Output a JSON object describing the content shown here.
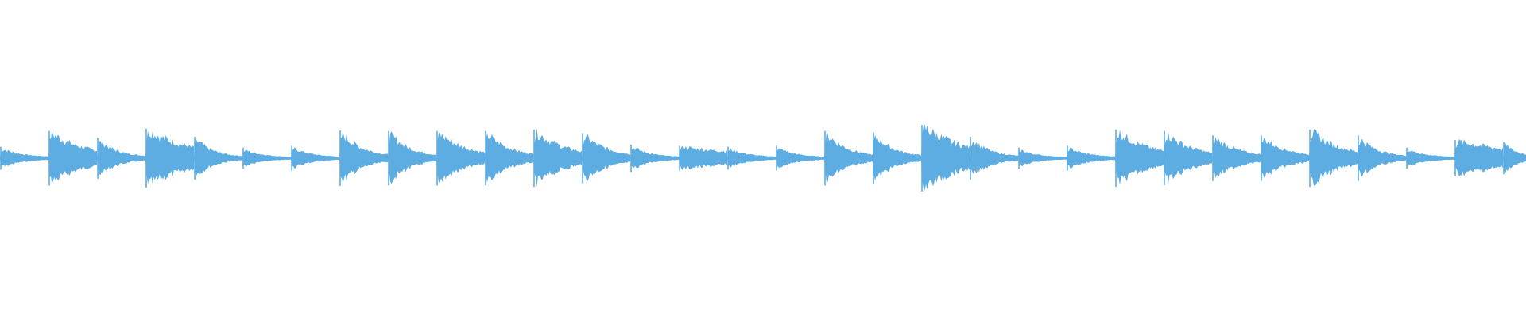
{
  "waveform": {
    "color": "#5dade2",
    "background": "#ffffff",
    "segments": [
      {
        "peak": 0.2,
        "duration": 1.0,
        "decay": 2.5
      },
      {
        "peak": 0.55,
        "duration": 1.0,
        "decay": 1.4
      },
      {
        "peak": 0.4,
        "duration": 1.0,
        "decay": 2.6
      },
      {
        "peak": 0.6,
        "duration": 1.0,
        "decay": 1.1
      },
      {
        "peak": 0.42,
        "duration": 1.0,
        "decay": 2.8
      },
      {
        "peak": 0.18,
        "duration": 1.0,
        "decay": 2.8
      },
      {
        "peak": 0.22,
        "duration": 1.0,
        "decay": 2.7
      },
      {
        "peak": 0.56,
        "duration": 1.0,
        "decay": 2.3
      },
      {
        "peak": 0.55,
        "duration": 1.0,
        "decay": 2.4
      },
      {
        "peak": 0.55,
        "duration": 1.0,
        "decay": 1.7
      },
      {
        "peak": 0.55,
        "duration": 1.0,
        "decay": 2.1
      },
      {
        "peak": 0.58,
        "duration": 1.0,
        "decay": 1.6
      },
      {
        "peak": 0.5,
        "duration": 1.0,
        "decay": 2.0
      },
      {
        "peak": 0.25,
        "duration": 1.0,
        "decay": 2.8
      },
      {
        "peak": 0.22,
        "duration": 1.0,
        "decay": 0.6
      },
      {
        "peak": 0.2,
        "duration": 1.0,
        "decay": 2.6
      },
      {
        "peak": 0.22,
        "duration": 1.0,
        "decay": 2.8
      },
      {
        "peak": 0.55,
        "duration": 1.0,
        "decay": 2.3
      },
      {
        "peak": 0.52,
        "duration": 1.0,
        "decay": 2.5
      },
      {
        "peak": 0.68,
        "duration": 1.0,
        "decay": 1.2
      },
      {
        "peak": 0.42,
        "duration": 1.0,
        "decay": 2.6
      },
      {
        "peak": 0.18,
        "duration": 1.0,
        "decay": 3.0
      },
      {
        "peak": 0.22,
        "duration": 1.0,
        "decay": 2.6
      },
      {
        "peak": 0.58,
        "duration": 1.0,
        "decay": 1.5
      },
      {
        "peak": 0.55,
        "duration": 1.0,
        "decay": 1.8
      },
      {
        "peak": 0.45,
        "duration": 1.0,
        "decay": 2.0
      },
      {
        "peak": 0.45,
        "duration": 1.0,
        "decay": 2.0
      },
      {
        "peak": 0.58,
        "duration": 1.0,
        "decay": 1.6
      },
      {
        "peak": 0.45,
        "duration": 1.0,
        "decay": 2.6
      },
      {
        "peak": 0.18,
        "duration": 1.0,
        "decay": 2.8
      },
      {
        "peak": 0.35,
        "duration": 1.0,
        "decay": 0.7
      },
      {
        "peak": 0.3,
        "duration": 0.55,
        "decay": 1.6
      }
    ]
  }
}
